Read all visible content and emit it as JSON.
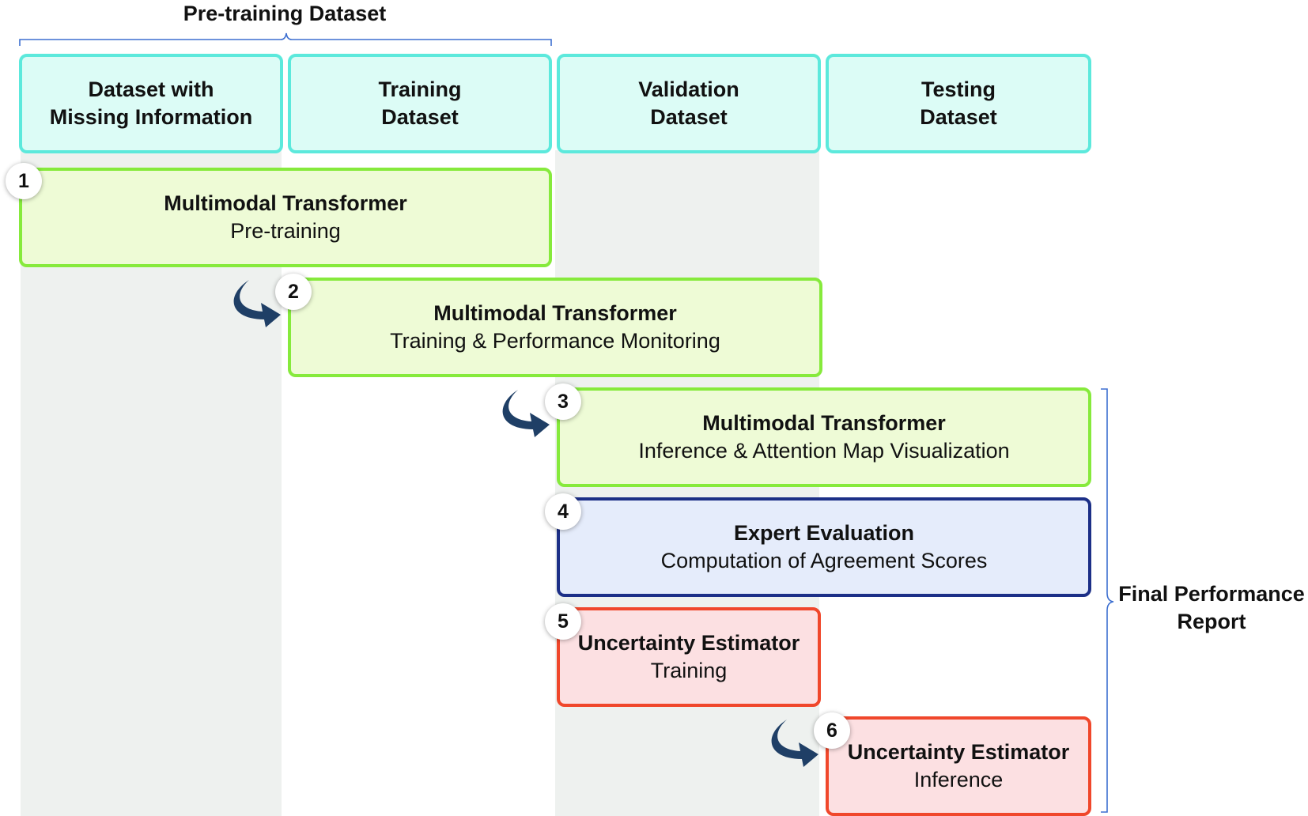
{
  "top_bracket_label": "Pre-training Dataset",
  "right_bracket_label": [
    "Final Performance",
    "Report"
  ],
  "columns": [
    {
      "line1": "Dataset with",
      "line2": "Missing Information"
    },
    {
      "line1": "Training",
      "line2": "Dataset"
    },
    {
      "line1": "Validation",
      "line2": "Dataset"
    },
    {
      "line1": "Testing",
      "line2": "Dataset"
    }
  ],
  "steps": [
    {
      "number": "1",
      "title": "Multimodal Transformer",
      "subtitle": "Pre-training"
    },
    {
      "number": "2",
      "title": "Multimodal Transformer",
      "subtitle": "Training & Performance Monitoring"
    },
    {
      "number": "3",
      "title": "Multimodal Transformer",
      "subtitle": "Inference & Attention Map Visualization"
    },
    {
      "number": "4",
      "title": "Expert Evaluation",
      "subtitle": "Computation of Agreement Scores"
    },
    {
      "number": "5",
      "title": "Uncertainty Estimator",
      "subtitle": "Training"
    },
    {
      "number": "6",
      "title": "Uncertainty Estimator",
      "subtitle": "Inference"
    }
  ],
  "colors": {
    "header_fill": "#dcfcf6",
    "header_border": "#5ce9dc",
    "transformer_fill": "#eefbd6",
    "transformer_border": "#86ea3c",
    "expert_fill": "#e5ecfb",
    "expert_border": "#1c2f87",
    "uncertainty_fill": "#fce0e2",
    "uncertainty_border": "#f0472b",
    "column_shade": "#eef1ef",
    "bracket": "#3d6fd0",
    "arrow": "#1f3f66"
  },
  "icons": [
    "curved-arrow-icon"
  ]
}
